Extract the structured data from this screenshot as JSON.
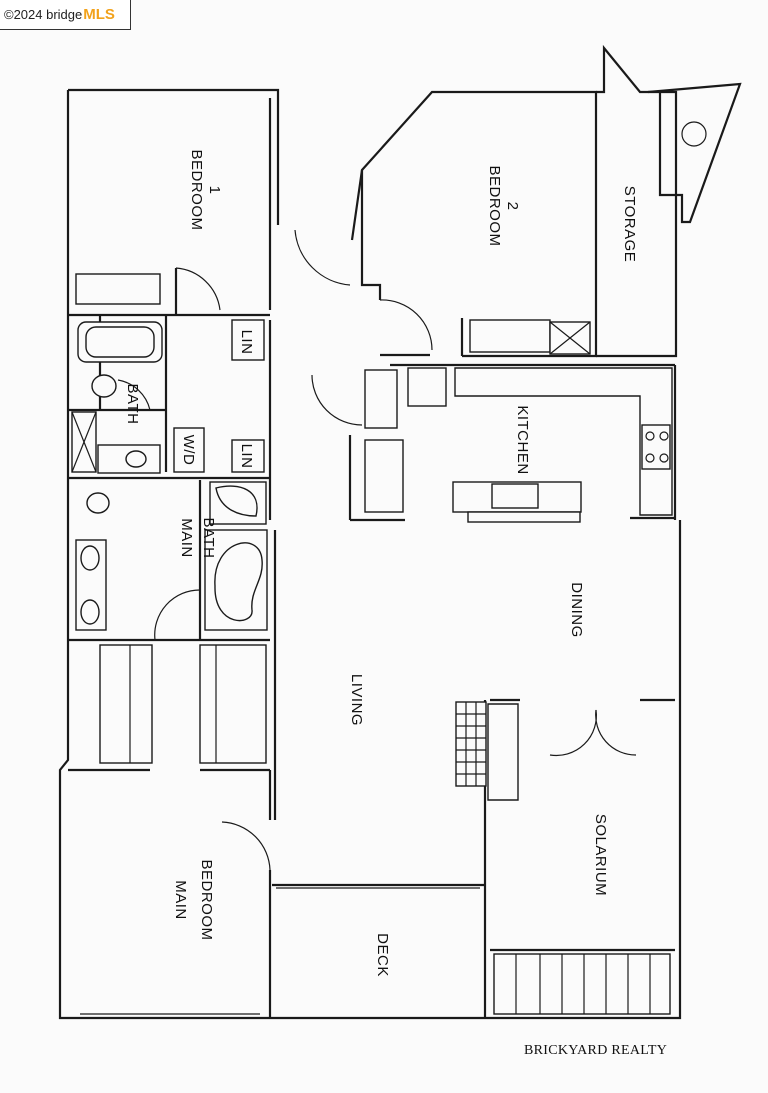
{
  "watermark": {
    "copyright": "©2024 bridge",
    "brand": "MLS"
  },
  "rooms": {
    "bedroom1": [
      "BEDROOM",
      "1"
    ],
    "bedroom2": [
      "BEDROOM",
      "2"
    ],
    "storage": "STORAGE",
    "bath": "BATH",
    "lin_top": "LIN",
    "lin_bottom": "LIN",
    "wd": "W/D",
    "kitchen": "KITCHEN",
    "main_bath": [
      "MAIN",
      "BATH"
    ],
    "dining": "DINING",
    "living": "LIVING",
    "solarium": "SOLARIUM",
    "main_bedroom": [
      "MAIN",
      "BEDROOM"
    ],
    "deck": "DECK"
  },
  "footer": {
    "realty": "BRICKYARD REALTY"
  }
}
